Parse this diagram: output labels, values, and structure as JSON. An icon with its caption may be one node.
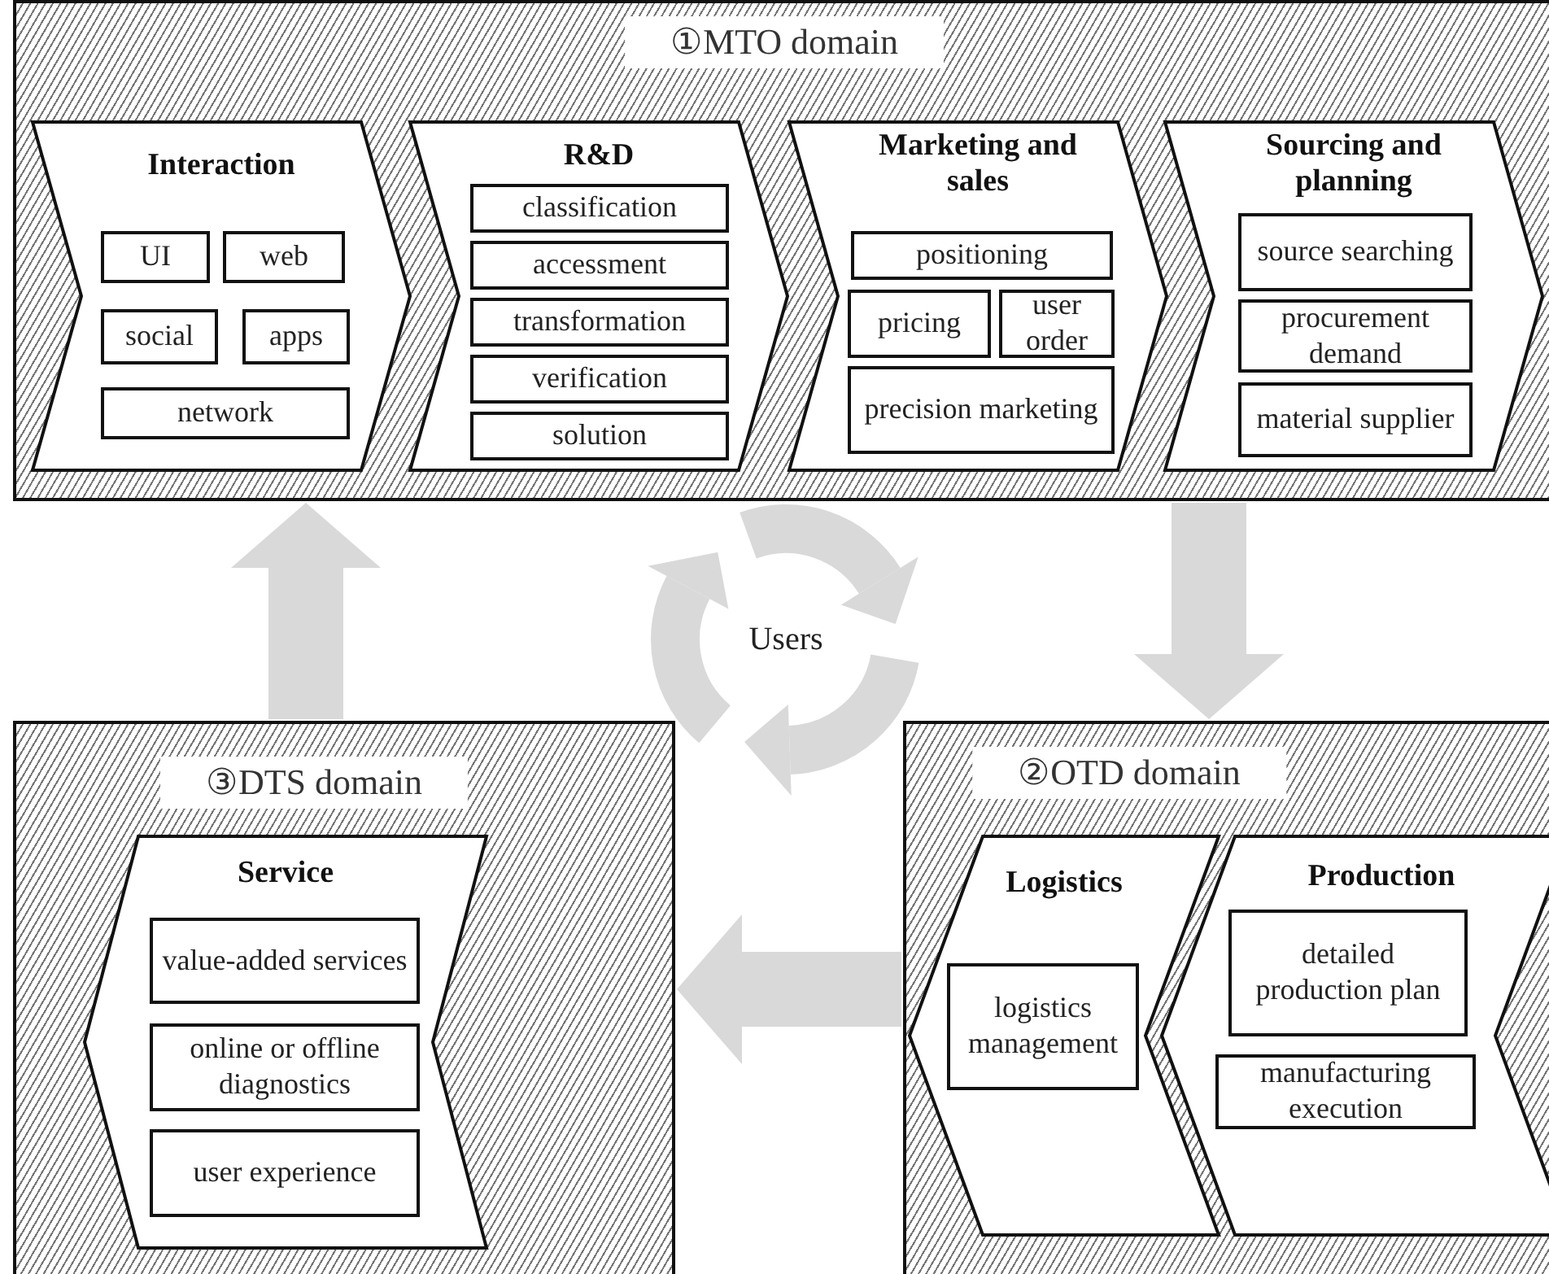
{
  "diagram": {
    "nodes": [
      {
        "text": [
          "①MTO domain"
        ]
      },
      {
        "text": [
          "Interaction"
        ],
        "in": 0
      },
      {
        "text": [
          "UI"
        ],
        "in": 1
      },
      {
        "text": [
          "web"
        ],
        "in": 1
      },
      {
        "text": [
          "social"
        ],
        "in": 1
      },
      {
        "text": [
          "apps"
        ],
        "in": 1
      },
      {
        "text": [
          "network"
        ],
        "in": 1
      },
      {
        "text": [
          "R&D"
        ],
        "in": 0
      },
      {
        "text": [
          "classification"
        ],
        "in": 7
      },
      {
        "text": [
          "accessment"
        ],
        "in": 7
      },
      {
        "text": [
          "transformation"
        ],
        "in": 7
      },
      {
        "text": [
          "verification"
        ],
        "in": 7
      },
      {
        "text": [
          "solution"
        ],
        "in": 7
      },
      {
        "text": [
          "Marketing and sales"
        ],
        "in": 0
      },
      {
        "text": [
          "positioning"
        ],
        "in": 13
      },
      {
        "text": [
          "pricing"
        ],
        "in": 13
      },
      {
        "text": [
          "user order"
        ],
        "in": 13
      },
      {
        "text": [
          "precision marketing"
        ],
        "in": 13
      },
      {
        "text": [
          "Sourcing and planning"
        ],
        "in": 0
      },
      {
        "text": [
          "source searching"
        ],
        "in": 18
      },
      {
        "text": [
          "procurement demand"
        ],
        "in": 18
      },
      {
        "text": [
          "material supplier"
        ],
        "in": 18
      },
      {
        "text": [
          "Users"
        ]
      },
      {
        "text": [
          "③DTS domain"
        ]
      },
      {
        "text": [
          "Service"
        ],
        "in": 23
      },
      {
        "text": [
          "value-added services"
        ],
        "in": 24
      },
      {
        "text": [
          "online or offline diagnostics"
        ],
        "in": 24
      },
      {
        "text": [
          "user experience"
        ],
        "in": 24
      },
      {
        "text": [
          "②OTD domain"
        ]
      },
      {
        "text": [
          "Logistics"
        ],
        "in": 28
      },
      {
        "text": [
          "logistics management"
        ],
        "in": 29
      },
      {
        "text": [
          "Production"
        ],
        "in": 28
      },
      {
        "text": [
          "detailed production plan"
        ],
        "in": 31
      },
      {
        "text": [
          "manufacturing execution"
        ],
        "in": 31
      }
    ],
    "edges": [
      {
        "from": 23,
        "to": 0,
        "arrow": "to"
      },
      {
        "from": 0,
        "to": 28,
        "arrow": "to"
      },
      {
        "from": 28,
        "to": 23,
        "arrow": "to"
      }
    ]
  }
}
